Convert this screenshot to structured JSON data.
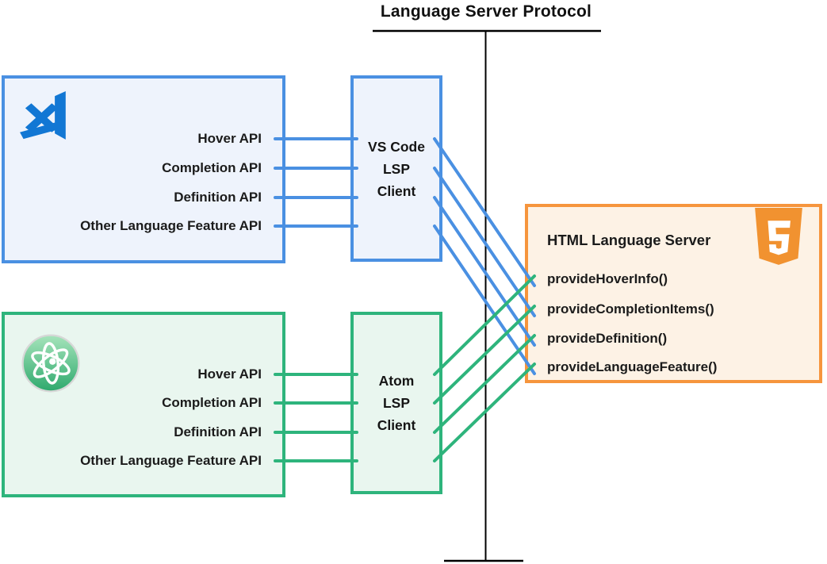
{
  "title": "Language Server Protocol",
  "vscode_panel": {
    "logo": "vscode-icon",
    "apis": [
      "Hover API",
      "Completion API",
      "Definition API",
      "Other Language Feature API"
    ]
  },
  "vscode_client": {
    "lines": [
      "VS Code",
      "LSP",
      "Client"
    ]
  },
  "atom_panel": {
    "logo": "atom-icon",
    "apis": [
      "Hover API",
      "Completion API",
      "Definition API",
      "Other Language Feature API"
    ]
  },
  "atom_client": {
    "lines": [
      "Atom",
      "LSP",
      "Client"
    ]
  },
  "server_panel": {
    "logo": "html5-icon",
    "title": "HTML Language Server",
    "methods": [
      "provideHoverInfo()",
      "provideCompletionItems()",
      "provideDefinition()",
      "provideLanguageFeature()"
    ]
  },
  "colors": {
    "blue_line": "#4a90e2",
    "blue_bg": "#eef3fc",
    "green_line": "#2eb47c",
    "green_bg": "#e9f6ef",
    "orange_border": "#f6953d",
    "orange_bg": "#fdf2e5",
    "protocol_line": "#000000",
    "vscode_logo_blue": "#1277d4",
    "atom_logo_green": "#2ea96d",
    "html5_logo_orange": "#f19230",
    "text": "#161616"
  }
}
